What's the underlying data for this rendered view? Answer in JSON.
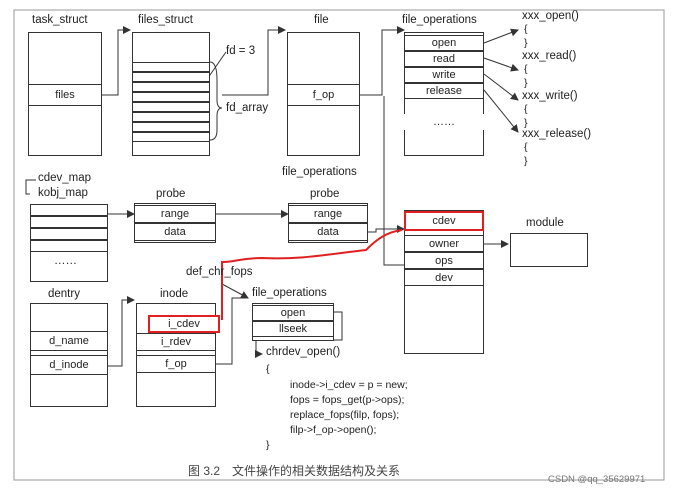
{
  "columns": {
    "task_struct": {
      "title": "task_struct",
      "field": "files"
    },
    "files_struct": {
      "title": "files_struct",
      "fd_label": "fd = 3",
      "array_label": "fd_array"
    },
    "file": {
      "title": "file",
      "field": "f_op"
    },
    "file_operations_top": {
      "title": "file_operations",
      "items": [
        "open",
        "read",
        "write",
        "release",
        "……"
      ]
    },
    "callbacks": [
      {
        "name": "xxx_open()",
        "body": "{\n}"
      },
      {
        "name": "xxx_read()",
        "body": "{\n}"
      },
      {
        "name": "xxx_write()",
        "body": "{\n}"
      },
      {
        "name": "xxx_release()",
        "body": "{\n}"
      }
    ]
  },
  "middle": {
    "cdev_map": {
      "title": "cdev_map",
      "subtitle": "kobj_map",
      "dots": "……"
    },
    "probe_left": {
      "title": "probe",
      "items": [
        "range",
        "data"
      ]
    },
    "file_operations_mid": {
      "title": "file_operations"
    },
    "probe_right": {
      "title": "probe",
      "items": [
        "range",
        "data"
      ]
    },
    "cdev_struct": {
      "items": [
        "cdev",
        "owner",
        "ops",
        "dev"
      ]
    },
    "module": {
      "title": "module"
    }
  },
  "bottom": {
    "dentry": {
      "title": "dentry",
      "items": [
        "d_name",
        "d_inode"
      ]
    },
    "inode": {
      "title": "inode",
      "items": [
        "i_cdev",
        "i_rdev",
        "f_op"
      ]
    },
    "def_chr_fops": "def_chr_fops",
    "file_operations_bottom": {
      "title": "file_operations",
      "items": [
        "open",
        "llseek"
      ]
    },
    "chrdev_open": {
      "name": "chrdev_open()",
      "lines": [
        "{",
        "inode->i_cdev = p = new;",
        "fops = fops_get(p->ops);",
        "replace_fops(filp, fops);",
        "filp->f_op->open();",
        "}"
      ]
    }
  },
  "caption": "图 3.2　文件操作的相关数据结构及关系",
  "watermark": "CSDN @qq_35629971",
  "colors": {
    "highlight": "#e02020",
    "stroke": "#333333"
  }
}
